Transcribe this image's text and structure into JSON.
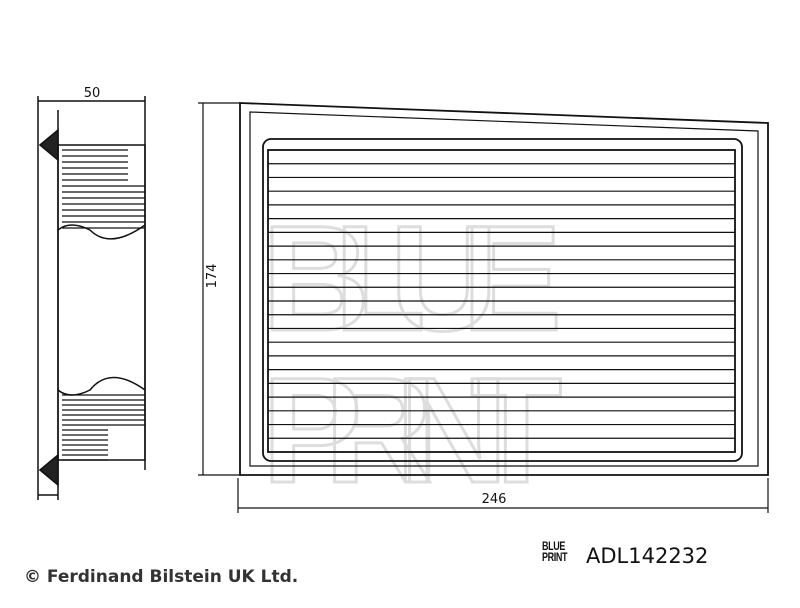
{
  "drawing": {
    "dimensions": {
      "depth": "50",
      "height": "174",
      "width": "246"
    },
    "watermark": [
      "BLUE",
      "PRINT"
    ]
  },
  "footer": {
    "copyright": "© Ferdinand Bilstein UK Ltd.",
    "logo": [
      "BLUE",
      "PRINT"
    ],
    "part_number": "ADL142232"
  }
}
